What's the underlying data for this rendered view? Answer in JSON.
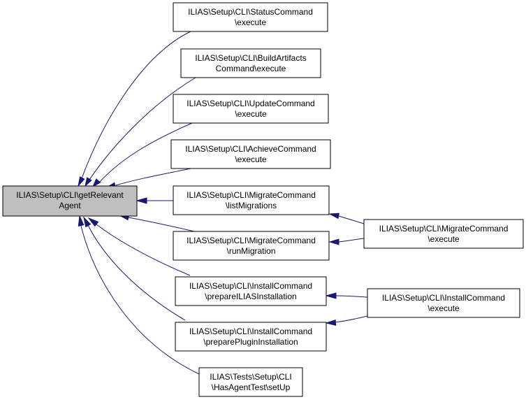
{
  "nodes": {
    "root": {
      "line1": "ILIAS\\Setup\\CLI\\getRelevant",
      "line2": "Agent"
    },
    "status": {
      "line1": "ILIAS\\Setup\\CLI\\StatusCommand",
      "line2": "\\execute"
    },
    "build": {
      "line1": "ILIAS\\Setup\\CLI\\BuildArtifacts",
      "line2": "Command\\execute"
    },
    "update": {
      "line1": "ILIAS\\Setup\\CLI\\UpdateCommand",
      "line2": "\\execute"
    },
    "achieve": {
      "line1": "ILIAS\\Setup\\CLI\\AchieveCommand",
      "line2": "\\execute"
    },
    "migrate_list": {
      "line1": "ILIAS\\Setup\\CLI\\MigrateCommand",
      "line2": "\\listMigrations"
    },
    "migrate_run": {
      "line1": "ILIAS\\Setup\\CLI\\MigrateCommand",
      "line2": "\\runMigration"
    },
    "install_ilias": {
      "line1": "ILIAS\\Setup\\CLI\\InstallCommand",
      "line2": "\\prepareILIASInstallation"
    },
    "install_plugin": {
      "line1": "ILIAS\\Setup\\CLI\\InstallCommand",
      "line2": "\\preparePluginInstallation"
    },
    "hasagent": {
      "line1": "ILIAS\\Tests\\Setup\\CLI",
      "line2": "\\HasAgentTest\\setUp"
    },
    "migrate_exec": {
      "line1": "ILIAS\\Setup\\CLI\\MigrateCommand",
      "line2": "\\execute"
    },
    "install_exec": {
      "line1": "ILIAS\\Setup\\CLI\\InstallCommand",
      "line2": "\\execute"
    }
  },
  "colors": {
    "edge": "#191970",
    "root_fill": "#bfbfbf",
    "node_fill": "#ffffff"
  }
}
